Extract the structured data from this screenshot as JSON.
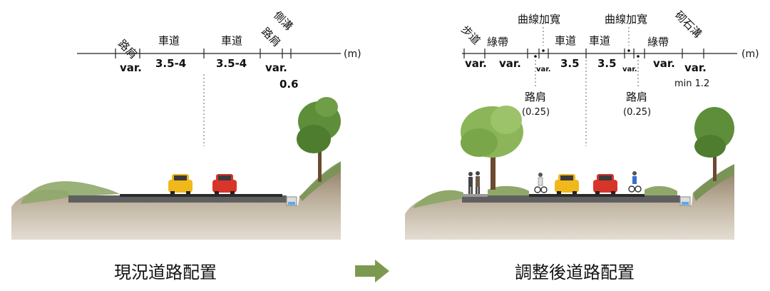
{
  "left": {
    "unit": "(m)",
    "labels": [
      "路肩",
      "車道",
      "車道",
      "路肩",
      "側溝"
    ],
    "values": [
      "var.",
      "3.5-4",
      "3.5-4",
      "var.",
      "0.6"
    ],
    "caption": "現況道路配置"
  },
  "right": {
    "unit": "(m)",
    "labels": [
      "步道",
      "綠帶",
      "曲線加寬",
      "車道",
      "車道",
      "曲線加寬",
      "綠帶",
      "砌石溝"
    ],
    "values": [
      "var.",
      "var.",
      "var.",
      "3.5",
      "3.5",
      "var.",
      "var.",
      "var.",
      "min 1.2"
    ],
    "shoulder_left": {
      "label": "路肩",
      "value": "(0.25)"
    },
    "shoulder_right": {
      "label": "路肩",
      "value": "(0.25)"
    },
    "caption": "調整後道路配置"
  },
  "colors": {
    "arrow": "#7c9a4f",
    "soil": "#7d6a52",
    "grass": "#8fa86a",
    "road": "#2b2b2b",
    "car_yellow": "#f1b81c",
    "car_red": "#d8352a",
    "water": "#5aa9e6"
  },
  "icons": [
    "arrow-right-icon",
    "car-icon",
    "tree-icon",
    "pedestrian-icon",
    "cyclist-icon"
  ]
}
